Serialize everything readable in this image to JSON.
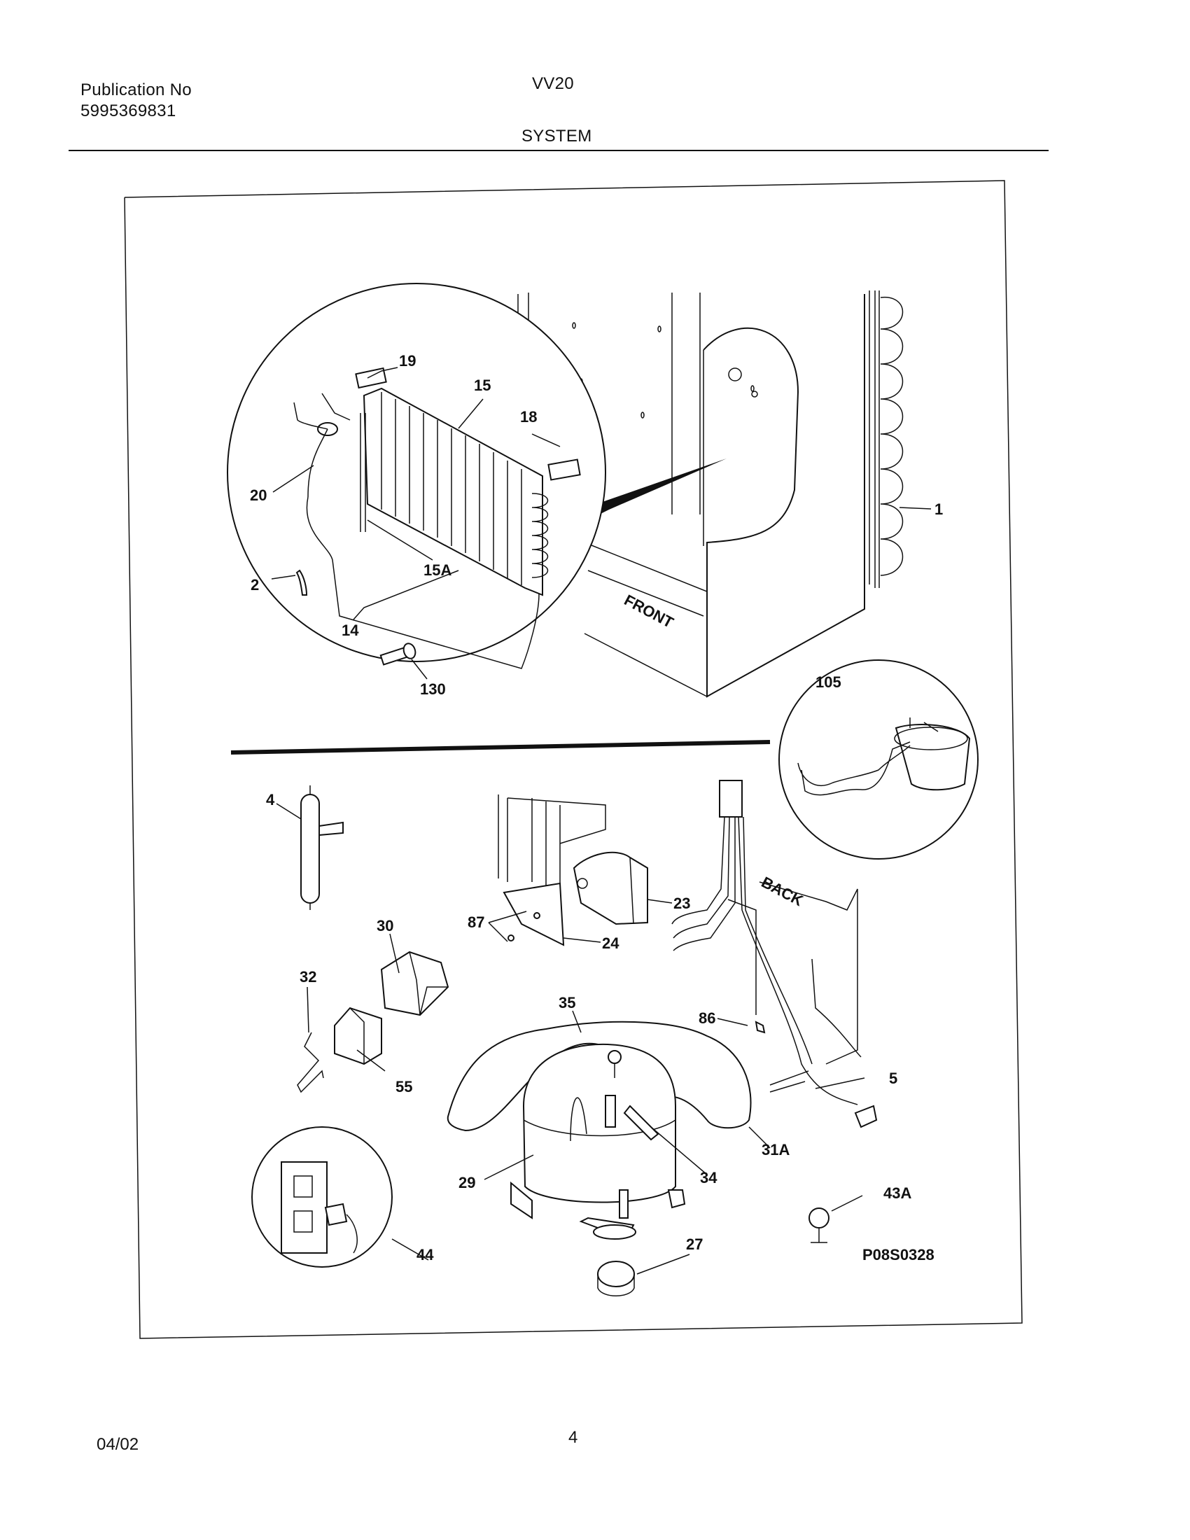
{
  "header": {
    "publication_label": "Publication No",
    "publication_number": "5995369831",
    "model": "VV20",
    "section": "SYSTEM"
  },
  "diagram": {
    "figure_code": "P08S0328",
    "orientation_labels": {
      "front": "FRONT",
      "back": "BACK"
    },
    "callouts": [
      "19",
      "15",
      "18",
      "20",
      "1",
      "15A",
      "2",
      "14",
      "130",
      "105",
      "4",
      "87",
      "23",
      "24",
      "30",
      "32",
      "35",
      "86",
      "5",
      "55",
      "31A",
      "34",
      "29",
      "43A",
      "44",
      "27"
    ]
  },
  "footer": {
    "date": "04/02",
    "page_number": "4"
  }
}
